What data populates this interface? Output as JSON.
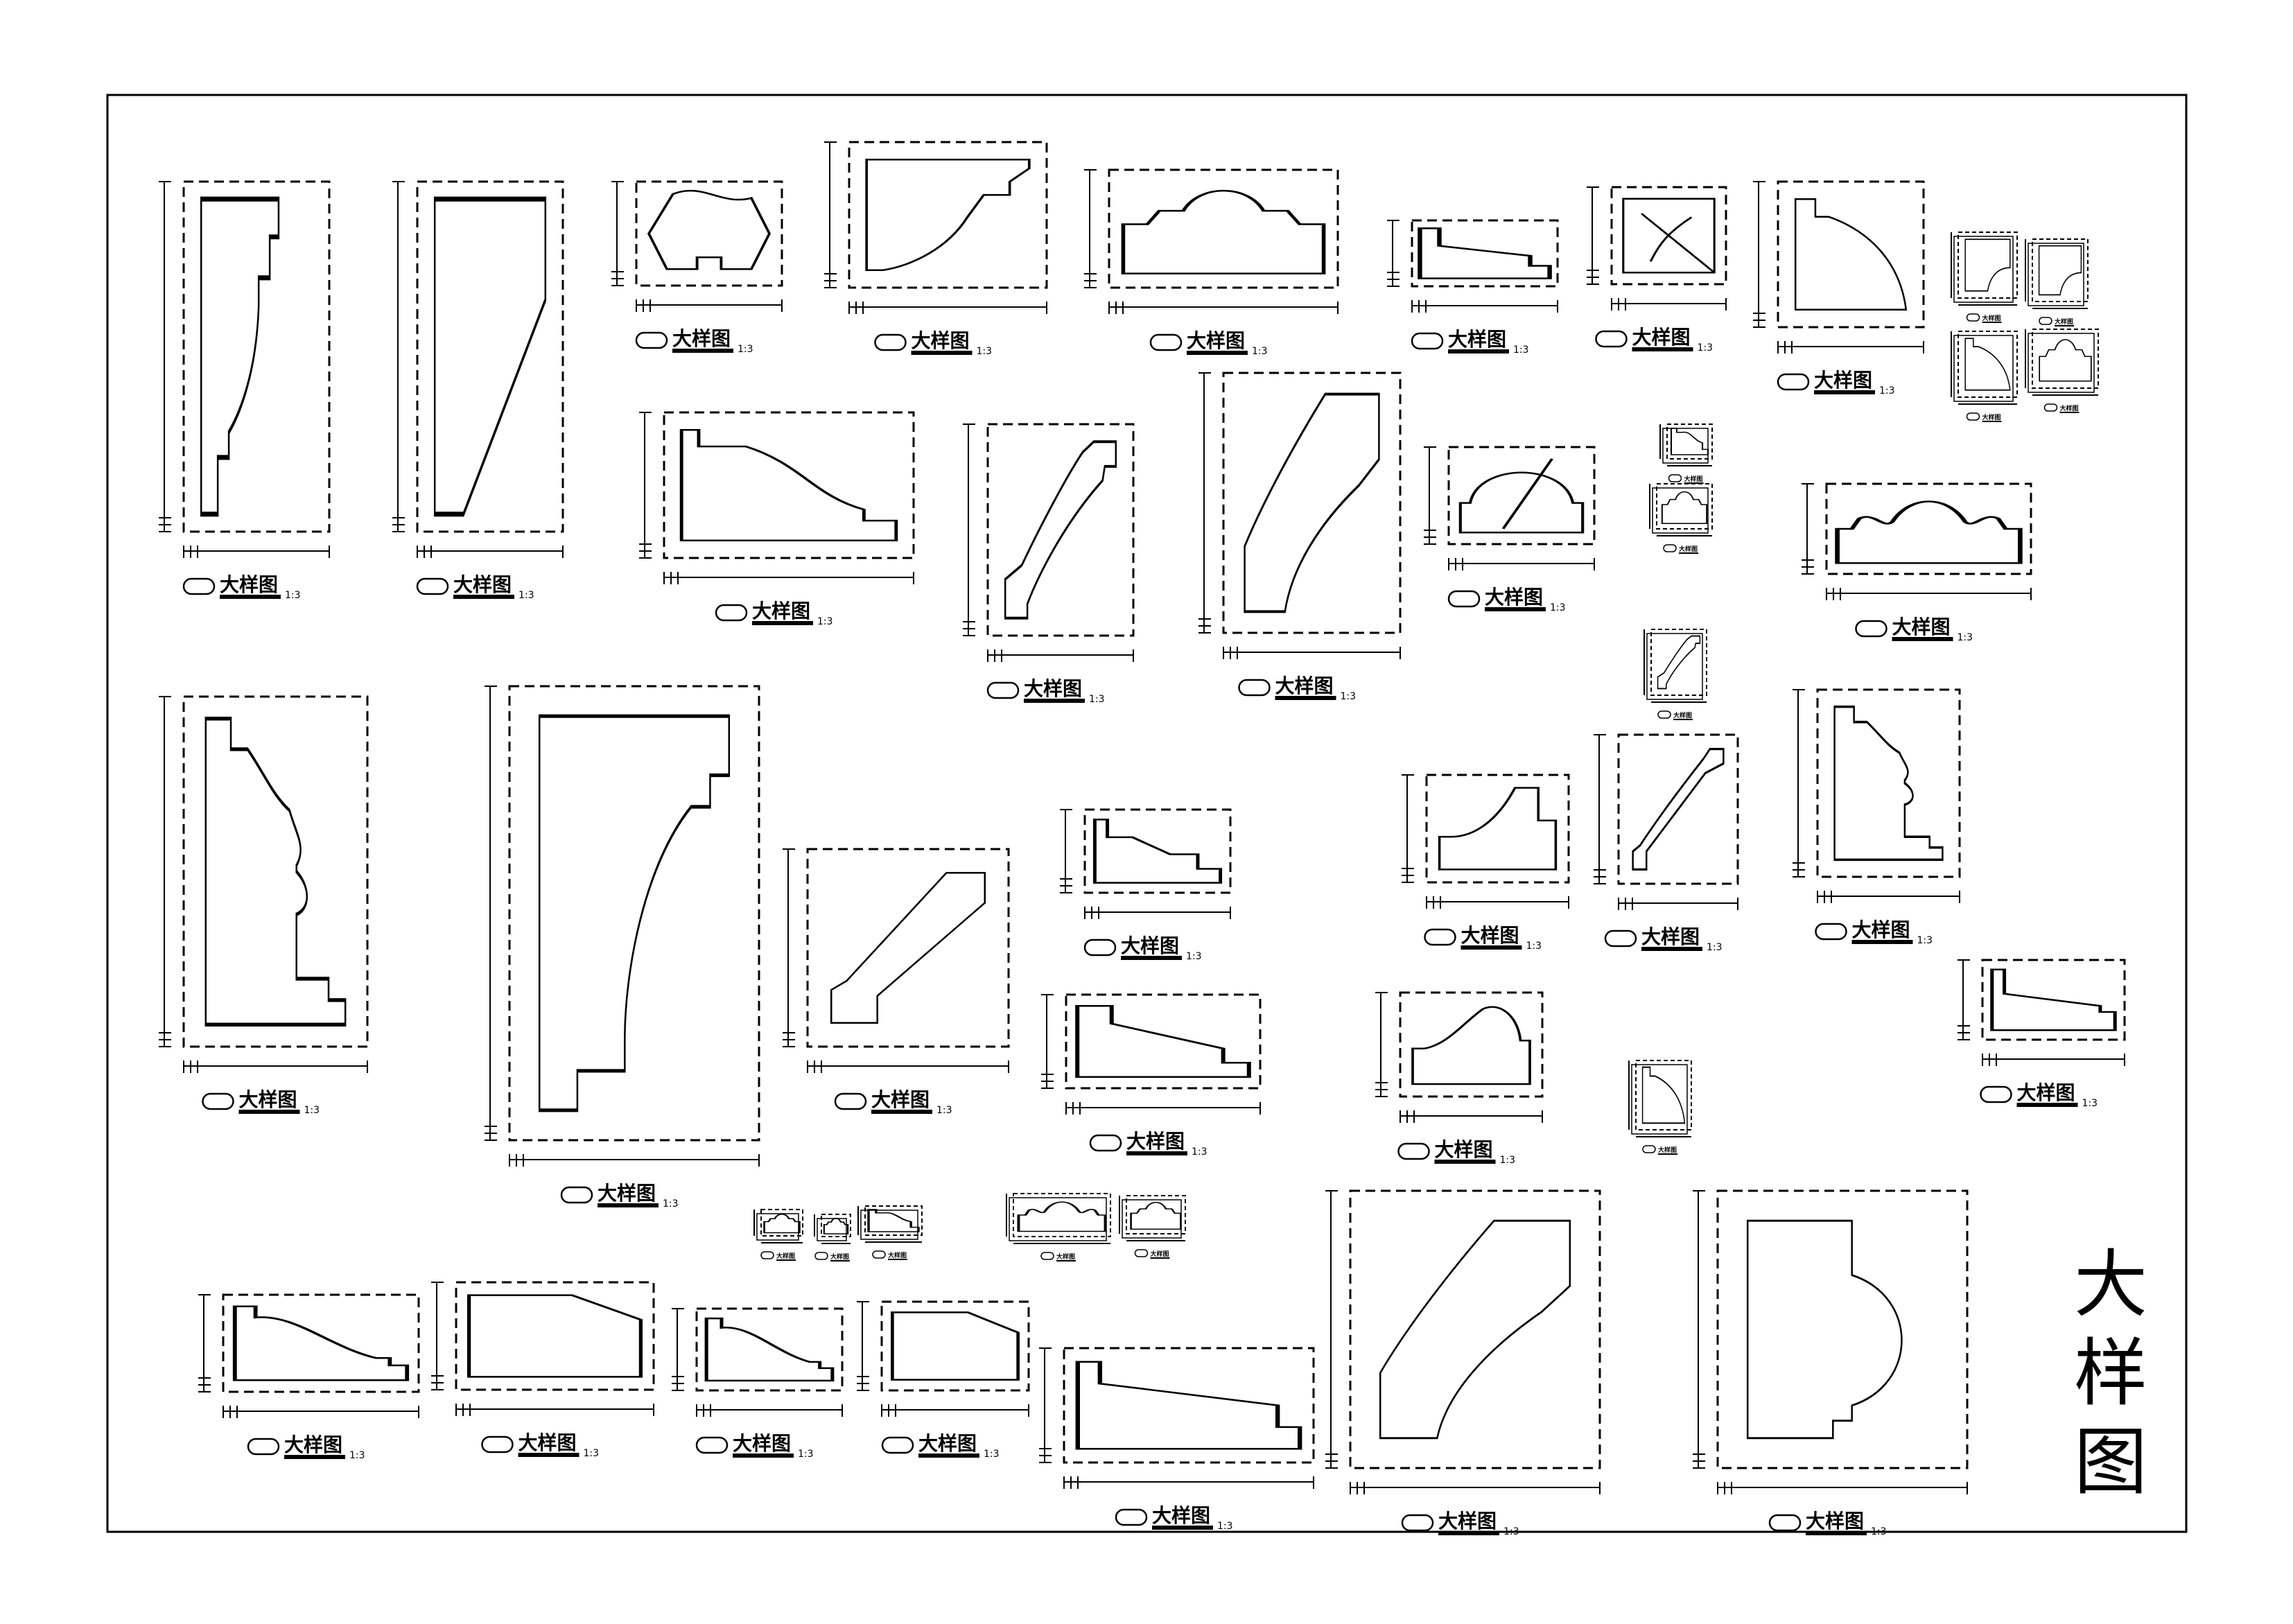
{
  "sheet": {
    "title": "大样图",
    "title_chars": [
      "大",
      "样",
      "图"
    ]
  },
  "detail_label": {
    "text": "大样图",
    "scale": "1:3",
    "small_text": "大样图"
  },
  "colors": {
    "line": "#000000",
    "background": "#ffffff"
  }
}
